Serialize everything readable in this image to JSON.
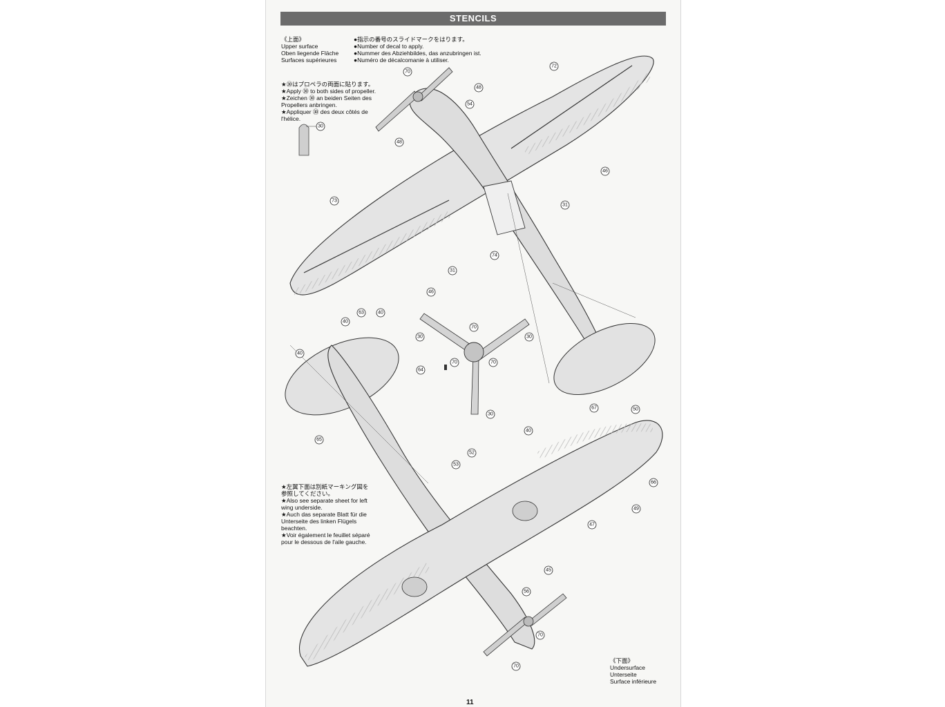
{
  "header": {
    "title": "STENCILS"
  },
  "upper_block": {
    "jp": "《上面》",
    "en": "Upper surface",
    "de": "Oben liegende Fläche",
    "fr": "Surfaces supérieures"
  },
  "decal_note": {
    "jp": "●指示の番号のスライドマークをはります。",
    "en": "●Number of decal to apply.",
    "de": "●Nummer des Abziehbildes, das anzubringen ist.",
    "fr": "●Numéro de décalcomanie à utiliser."
  },
  "propeller_note": {
    "jp": "★㉚はプロペラの両面に貼ります。",
    "l1": "★Apply ㉚ to both sides of propeller.",
    "l2": "★Zeichen ㉚ an beiden Seiten des",
    "l3": "Propellers anbringen.",
    "l4": "★Appliquer ㉚ des deux côtés de",
    "l5": "l'hélice."
  },
  "left_wing_note": {
    "jp1": "★左翼下面は別紙マーキング図を",
    "jp2": "参照してください。",
    "l1": "★Also see separate sheet for left",
    "l2": "wing underside.",
    "l3": "★Auch das separate Blatt für die",
    "l4": "Unterseite des linken Flügels",
    "l5": "beachten.",
    "l6": "★Voir également le feuillet séparé",
    "l7": "pour le dessous de l'aile gauche."
  },
  "under_block": {
    "jp": "《下面》",
    "en": "Undersurface",
    "de": "Unterseite",
    "fr": "Surface inférieure"
  },
  "page_number": "11",
  "callouts": [
    "30",
    "70",
    "48",
    "54",
    "72",
    "48",
    "46",
    "31",
    "73",
    "74",
    "31",
    "46",
    "40",
    "63",
    "40",
    "40",
    "64",
    "65",
    "70",
    "30",
    "30",
    "70",
    "70",
    "30",
    "67",
    "50",
    "40",
    "52",
    "53",
    "66",
    "49",
    "47",
    "45",
    "56",
    "70",
    "70"
  ]
}
